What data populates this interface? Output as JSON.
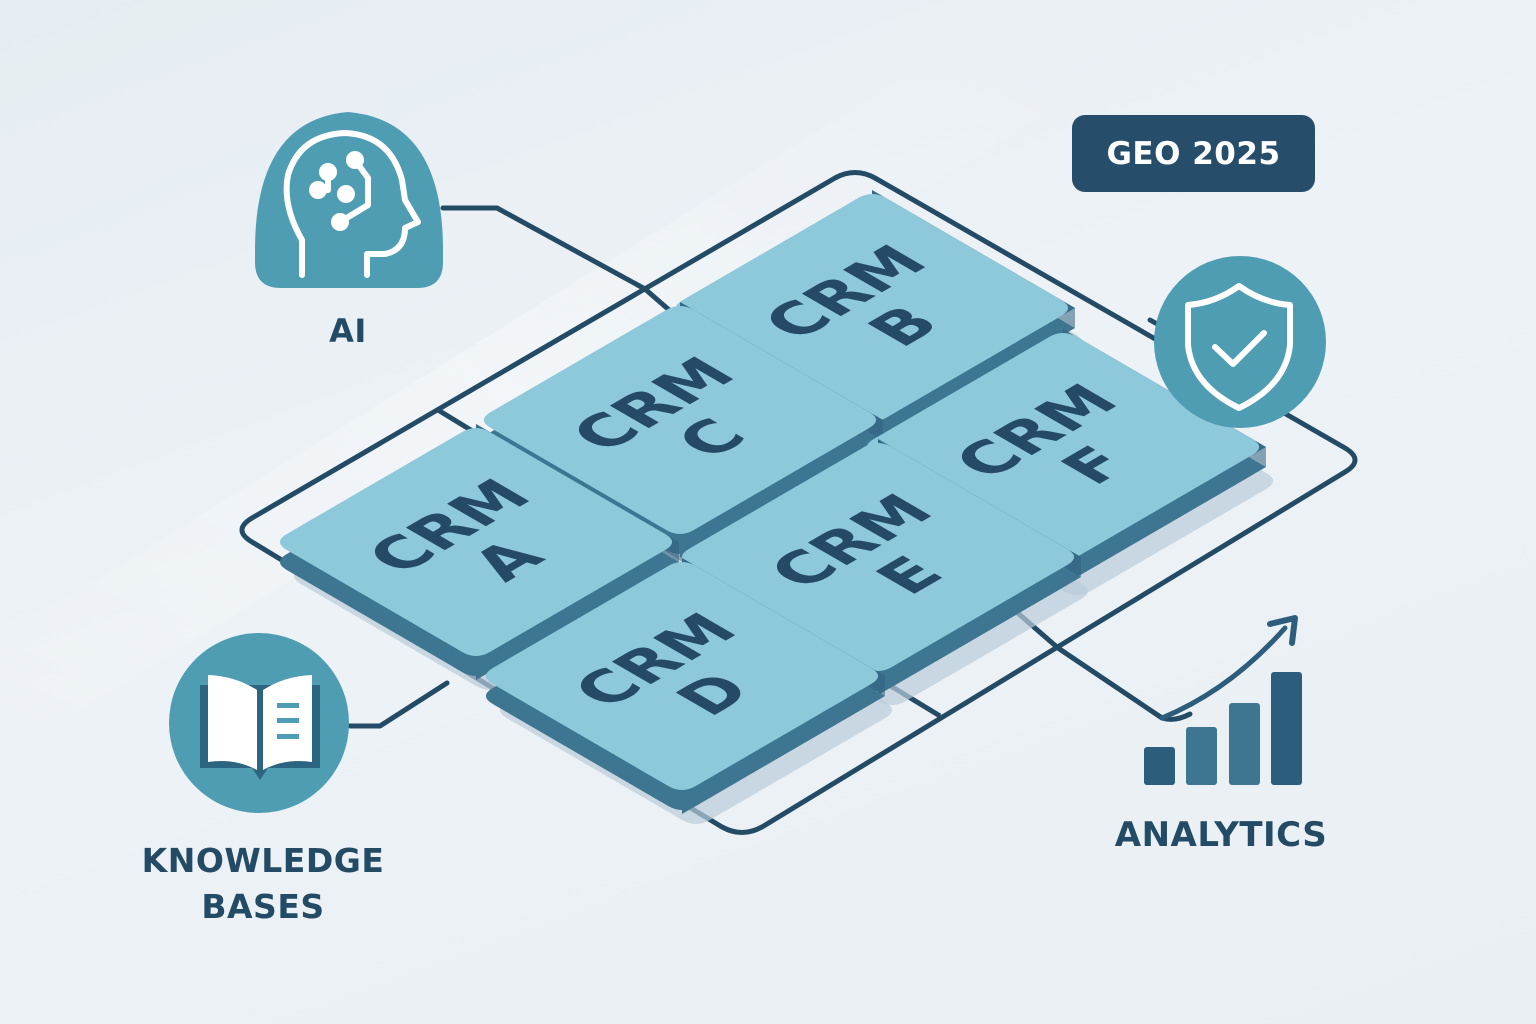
{
  "badge": {
    "label": "GEO 2025",
    "background": "#264e6b"
  },
  "nodes": {
    "ai": {
      "label": "AI",
      "icon": "brain-head-icon"
    },
    "security": {
      "label": "",
      "icon": "shield-check-icon"
    },
    "knowledge": {
      "label_line1": "KNOWLEDGE",
      "label_line2": "BASES",
      "icon": "open-book-icon"
    },
    "analytics": {
      "label": "ANALYTICS",
      "icon": "bar-chart-trend-icon"
    }
  },
  "tiles": [
    {
      "id": "A",
      "line1": "CRM",
      "line2": "A"
    },
    {
      "id": "B",
      "line1": "CRM",
      "line2": "B"
    },
    {
      "id": "C",
      "line1": "CRM",
      "line2": "C"
    },
    {
      "id": "D",
      "line1": "CRM",
      "line2": "D"
    },
    {
      "id": "E",
      "line1": "CRM",
      "line2": "E"
    },
    {
      "id": "F",
      "line1": "CRM",
      "line2": "F"
    }
  ],
  "colors": {
    "accent_teal": "#4f9db3",
    "tile_top": "#8ec8db",
    "tile_side": "#3e7591",
    "line": "#234b66",
    "text": "#234b66"
  }
}
